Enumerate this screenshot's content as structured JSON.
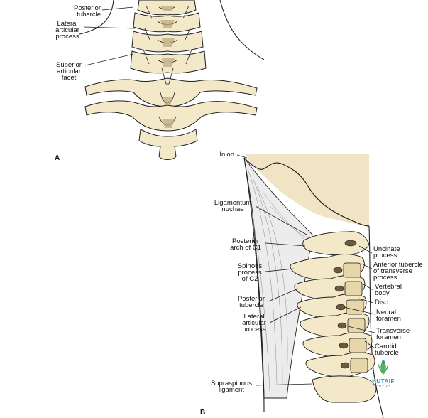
{
  "panel_a": {
    "letter": "A",
    "labels": {
      "posterior_tubercle": "Posterior\ntubercle",
      "lateral_articular_process": "Lateral\narticular\nprocess",
      "superior_articular_facet": "Superior\narticular\nfacet"
    }
  },
  "panel_b": {
    "letter": "B",
    "labels": {
      "inion": "Inion",
      "ligamentum_nuchae": "Ligamentum\nnuchae",
      "posterior_arch_c1": "Posterior\narch of C1",
      "spinous_process_c2": "Spinous\nprocess\nof C2",
      "posterior_tubercle": "Posterior\ntubercle",
      "lateral_articular_process": "Lateral\narticular\nprocess",
      "supraspinous_ligament": "Supraspinous\nligament",
      "uncinate_process": "Uncinate\nprocess",
      "anterior_tubercle": "Anterior tubercle\nof transverse\nprocess",
      "vertebral_body": "Vertebral\nbody",
      "disc": "Disc",
      "neural_foramen": "Neural\nforamen",
      "transverse_foramen": "Transverse\nforamen",
      "carotid_tubercle": "Carotid\ntubercle"
    }
  },
  "watermark": {
    "name": "HUTAIF",
    "sub": "ORTHO",
    "colors": {
      "blue": "#2d8fb0",
      "green": "#5bb04a"
    }
  },
  "colors": {
    "bone": "#f3e8c8",
    "skin": "#f0e4c4",
    "outline": "#1e1e1e",
    "ligament": "#e9e9e9"
  }
}
